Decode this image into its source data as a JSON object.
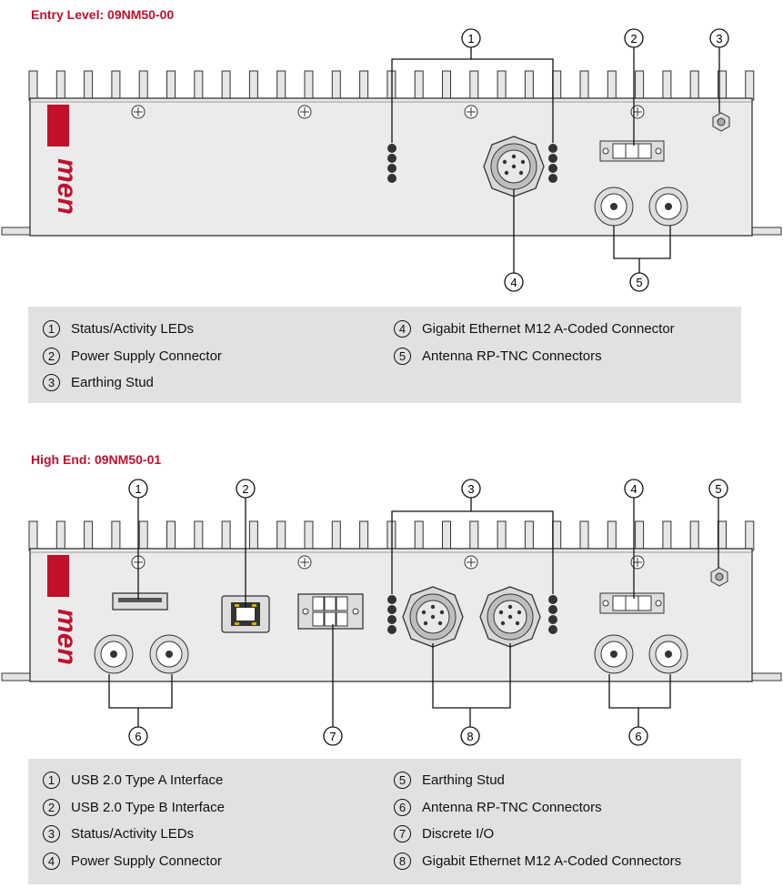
{
  "entry": {
    "title": "Entry Level: 09NM50-00",
    "callouts": [
      "1",
      "2",
      "3",
      "4",
      "5"
    ],
    "legend": [
      {
        "num": "1",
        "label": "Status/Activity LEDs"
      },
      {
        "num": "2",
        "label": "Power Supply Connector"
      },
      {
        "num": "3",
        "label": "Earthing Stud"
      },
      {
        "num": "4",
        "label": "Gigabit Ethernet M12 A-Coded Connector"
      },
      {
        "num": "5",
        "label": "Antenna RP-TNC Connectors"
      }
    ]
  },
  "high": {
    "title": "High End: 09NM50-01",
    "callouts": [
      "1",
      "2",
      "3",
      "4",
      "5",
      "6",
      "7",
      "8",
      "6"
    ],
    "legend": [
      {
        "num": "1",
        "label": "USB 2.0 Type A Interface"
      },
      {
        "num": "2",
        "label": "USB 2.0 Type B Interface"
      },
      {
        "num": "3",
        "label": "Status/Activity LEDs"
      },
      {
        "num": "4",
        "label": "Power Supply Connector"
      },
      {
        "num": "5",
        "label": "Earthing Stud"
      },
      {
        "num": "6",
        "label": "Antenna RP-TNC Connectors"
      },
      {
        "num": "7",
        "label": "Discrete I/O"
      },
      {
        "num": "8",
        "label": "Gigabit Ethernet M12 A-Coded Connectors"
      }
    ]
  },
  "logo": {
    "text": "men"
  },
  "colors": {
    "brand_red": "#c0102c",
    "legend_bg": "#e1e1e1",
    "housing": "#ebebeb"
  }
}
